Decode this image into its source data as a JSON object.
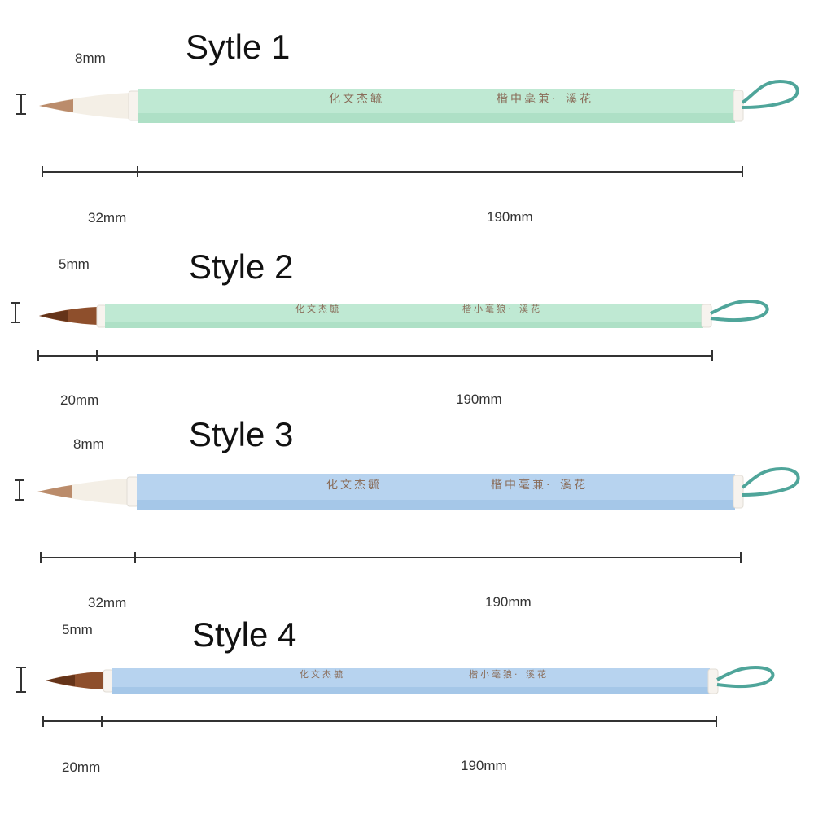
{
  "styles": [
    {
      "title": "Sytle 1",
      "tip_width": "8mm",
      "head_length": "32mm",
      "handle_length": "190mm",
      "handle_color": "#bfe9d3",
      "handle_shade": "#a6dcc0",
      "bristle": "#f4efe6",
      "tip_color": "#b07a55",
      "inscription": "花溪·兼毫中楷",
      "brand": "毓杰文化"
    },
    {
      "title": "Style 2",
      "tip_width": "5mm",
      "head_length": "20mm",
      "handle_length": "190mm",
      "handle_color": "#bfe9d3",
      "handle_shade": "#a6dcc0",
      "bristle": "#8e4f2c",
      "tip_color": "#5e2f16",
      "inscription": "花溪·狼毫小楷",
      "brand": "毓杰文化"
    },
    {
      "title": "Style 3",
      "tip_width": "8mm",
      "head_length": "32mm",
      "handle_length": "190mm",
      "handle_color": "#b7d3ef",
      "handle_shade": "#9dc2e6",
      "bristle": "#f4efe6",
      "tip_color": "#b07a55",
      "inscription": "花溪·兼毫中楷",
      "brand": "毓杰文化"
    },
    {
      "title": "Style 4",
      "tip_width": "5mm",
      "head_length": "20mm",
      "handle_length": "190mm",
      "handle_color": "#b7d3ef",
      "handle_shade": "#9dc2e6",
      "bristle": "#8e4f2c",
      "tip_color": "#5e2f16",
      "inscription": "花溪·狼毫小楷",
      "brand": "毓杰文化"
    }
  ],
  "colors": {
    "loop": "#4fa59a",
    "ferrule": "#f7f3ee",
    "measure_line": "#333333",
    "inscription_text": "#8a6d5a"
  }
}
